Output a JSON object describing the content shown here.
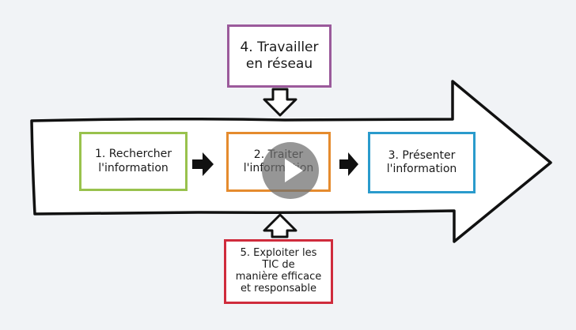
{
  "diagram": {
    "steps": [
      {
        "lines": [
          "1. Rechercher",
          "l'information"
        ],
        "color": "#99c24d"
      },
      {
        "lines": [
          "2. Traiter",
          "l'information"
        ],
        "color": "#e58b2e"
      },
      {
        "lines": [
          "3. Présenter",
          "l'information"
        ],
        "color": "#2a9bcc"
      },
      {
        "lines": [
          "4. Travailler",
          "en réseau"
        ],
        "color": "#9b5a9b"
      },
      {
        "lines": [
          "5. Exploiter les",
          "TIC de",
          "manière efficace",
          "et responsable"
        ],
        "color": "#cf2b3c"
      }
    ],
    "arrow_color": "#111111",
    "video": {
      "play_icon": "play-icon"
    }
  }
}
